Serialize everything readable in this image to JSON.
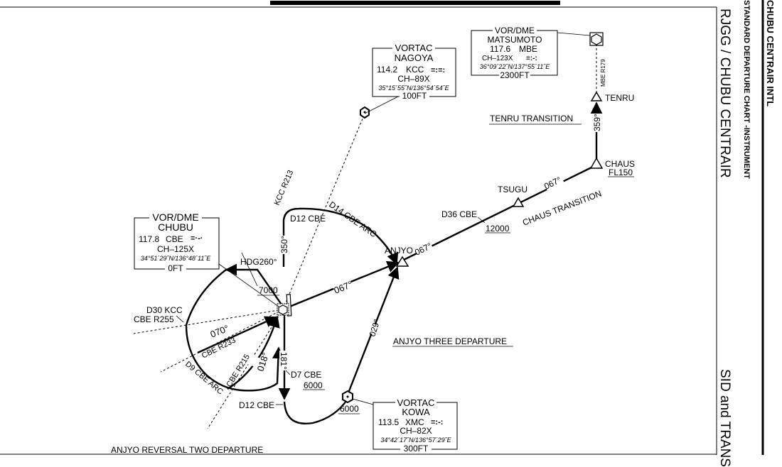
{
  "header": {
    "airport": "CHUBU CENTRAIR INTL",
    "chart_type": "STANDARD DEPARTURE CHART -INSTRUMENT",
    "title": "RJGG / CHUBU CENTRAIR",
    "subtitle": "SID and TRANS"
  },
  "navaids": {
    "nagoya": {
      "type": "VORTAC",
      "name": "NAGOYA",
      "freq": "114.2",
      "ident": "KCC",
      "morse": "≡:≡:",
      "channel": "CH–89X",
      "coords": "35°15´55˝N/136°54´54˝E",
      "elev": "100FT"
    },
    "matsumoto": {
      "type": "VOR/DME",
      "name": "MATSUMOTO",
      "freq": "117.6",
      "ident": "MBE",
      "morse": "≡:-:",
      "channel": "CH–123X",
      "coords": "36°09´22˝N/137°55´11˝E",
      "elev": "2300FT"
    },
    "chubu": {
      "type": "VOR/DME",
      "name": "CHUBU",
      "freq": "117.8",
      "ident": "CBE",
      "morse": "≡·-·",
      "channel": "CH–125X",
      "coords": "34°51´29˝N/136°48´11˝E",
      "elev": "0FT"
    },
    "kowa": {
      "type": "VORTAC",
      "name": "KOWA",
      "freq": "113.5",
      "ident": "XMC",
      "morse": "≡:-:",
      "channel": "CH–82X",
      "coords": "34°42´17˝N/136°57´29˝E",
      "elev": "300FT"
    }
  },
  "labels": {
    "kcc_r213": "KCC R213",
    "mbe_r179": "MBE R179",
    "tenru": "TENRU",
    "tenru_transition": "TENRU  TRANSITION",
    "crs_359": "359°",
    "chaus": "CHAUS",
    "chaus_fl": "FL150",
    "chaus_transition": "CHAUS  TRANSITION",
    "tsugu": "TSUGU",
    "crs_067_a": "067°",
    "d36_cbe": "D36 CBE",
    "alt_12000": "12000",
    "anjyo": "ANJYO",
    "crs_067_b": "067°",
    "crs_067_c": "067°",
    "d14_cbe_arc": "D14 CBE ARC",
    "d12_cbe_top": "D12 CBE",
    "crs_350": "350°",
    "hdg260": "HDG260°",
    "alt_7000": "7000",
    "d30_kcc": "D30 KCC",
    "cbe_r255": "CBE R255",
    "crs_070": "070°",
    "cbe_r233": "CBE R233",
    "d9_cbe_arc": "D9 CBE ARC",
    "cbe_r215": "CBE R215",
    "crs_018": "018°",
    "crs_181": "181°",
    "d7_cbe": "D7 CBE",
    "alt_6000_a": "6000",
    "d12_cbe_bottom": "D12 CBE",
    "alt_6000_b": "6000",
    "crs_029": "029°",
    "anjyo_three": "ANJYO THREE DEPARTURE",
    "anjyo_reversal": "ANJYO REVERSAL TWO DEPARTURE"
  }
}
